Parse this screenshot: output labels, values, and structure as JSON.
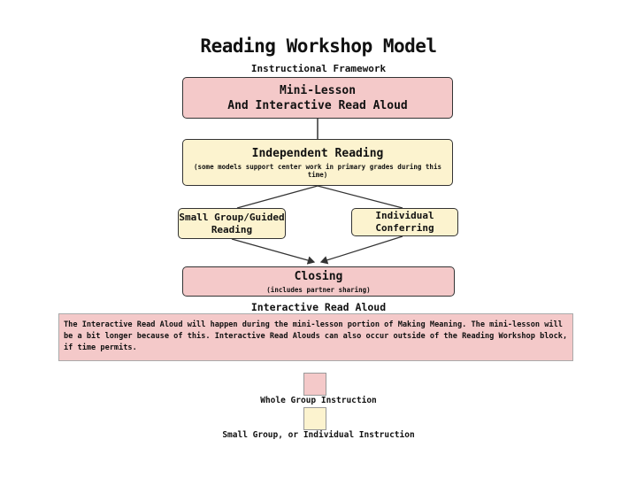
{
  "title": "Reading Workshop Model",
  "subtitle": "Instructional Framework",
  "boxes": {
    "mini_lesson": {
      "line1": "Mini-Lesson",
      "line2": "And Interactive Read Aloud"
    },
    "independent": {
      "main": "Independent Reading",
      "note": "(some models support center work in primary grades during this time)"
    },
    "small_group": {
      "line1": "Small Group/Guided",
      "line2": "Reading"
    },
    "individual": {
      "line1": "Individual",
      "line2": "Conferring"
    },
    "closing": {
      "main": "Closing",
      "note": "(includes partner sharing)"
    }
  },
  "interactive_label": "Interactive Read Aloud",
  "note_text": "The Interactive Read Aloud will happen during the mini-lesson portion of Making Meaning.  The mini-lesson will be a bit longer because of this.  Interactive Read Alouds can also occur outside of the Reading Workshop block, if time permits.",
  "legend": {
    "whole_group": {
      "label": "Whole Group Instruction",
      "color": "#f4c9c9"
    },
    "small_group": {
      "label": "Small Group, or Individual Instruction",
      "color": "#fcf3cf"
    }
  }
}
